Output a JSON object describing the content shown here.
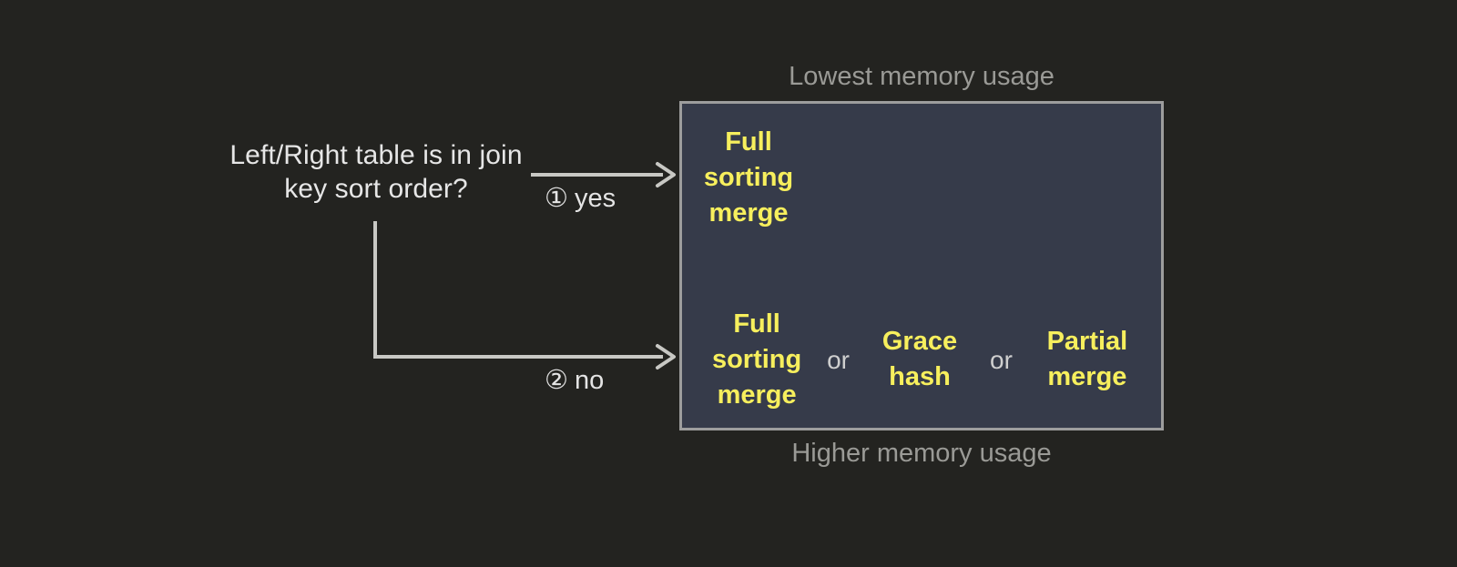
{
  "colors": {
    "background": "#232320",
    "panel_fill": "#363b4a",
    "panel_border": "#9d9d9d",
    "option_text": "#f7ef5d",
    "body_text": "#e6e6e6",
    "caption_text": "#9a9a96"
  },
  "decision": {
    "question": "Left/Right table is in\njoin key sort order?"
  },
  "branches": [
    {
      "marker": "①",
      "label": "yes",
      "name": "branch-yes"
    },
    {
      "marker": "②",
      "label": "no",
      "name": "branch-no"
    }
  ],
  "panel": {
    "caption_top": "Lowest memory usage",
    "caption_bottom": "Higher memory usage",
    "rows": [
      {
        "name": "sorted-outcome",
        "options": [
          {
            "label": "Full\nsorting\nmerge"
          }
        ],
        "separators": []
      },
      {
        "name": "unsorted-outcome",
        "options": [
          {
            "label": "Full\nsorting\nmerge"
          },
          {
            "label": "Grace\nhash"
          },
          {
            "label": "Partial\nmerge"
          }
        ],
        "separators": [
          "or",
          "or"
        ]
      }
    ]
  }
}
